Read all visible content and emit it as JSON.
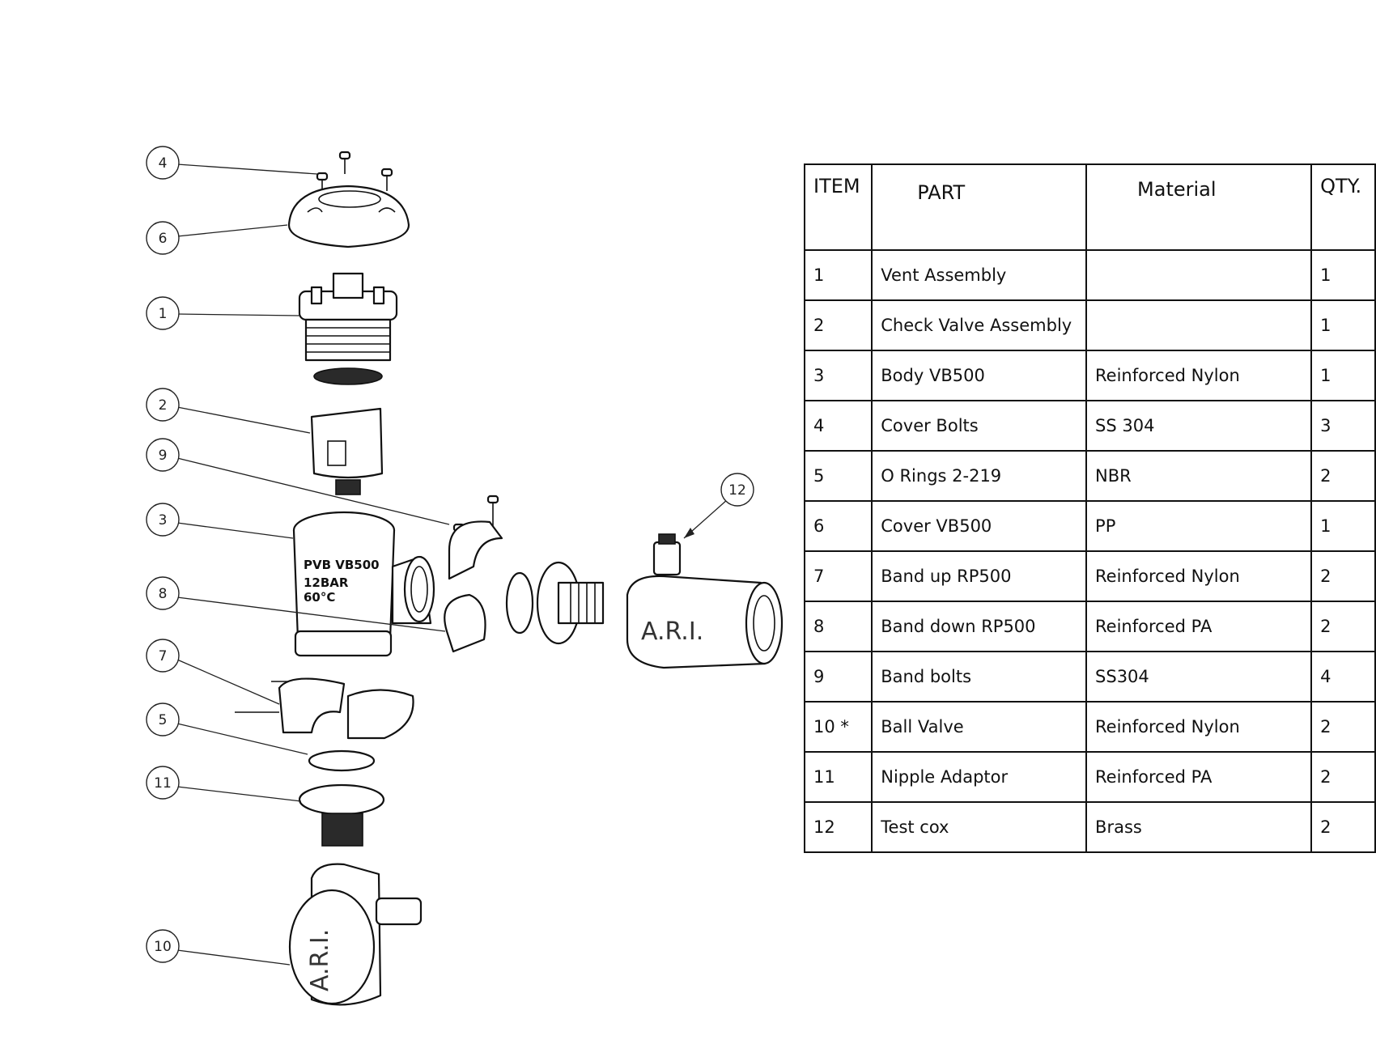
{
  "diagram": {
    "callouts": [
      "4",
      "6",
      "1",
      "2",
      "9",
      "3",
      "8",
      "7",
      "5",
      "11",
      "10",
      "12"
    ],
    "body_markings": {
      "model": "PVB VB500",
      "rating": "12BAR",
      "temp": "60°C"
    },
    "brand_label": "A.R.I."
  },
  "table": {
    "headers": {
      "item": "ITEM",
      "part": "PART",
      "material": "Material",
      "qty": "QTY."
    },
    "rows": [
      {
        "item": "1",
        "part": "Vent Assembly",
        "material": "",
        "qty": "1"
      },
      {
        "item": "2",
        "part": "Check Valve Assembly",
        "material": "",
        "qty": "1"
      },
      {
        "item": "3",
        "part": "Body VB500",
        "material": "Reinforced Nylon",
        "qty": "1"
      },
      {
        "item": "4",
        "part": "Cover Bolts",
        "material": "SS 304",
        "qty": "3"
      },
      {
        "item": "5",
        "part": "O Rings 2-219",
        "material": "NBR",
        "qty": "2"
      },
      {
        "item": "6",
        "part": "Cover VB500",
        "material": "PP",
        "qty": "1"
      },
      {
        "item": "7",
        "part": "Band up RP500",
        "material": "Reinforced Nylon",
        "qty": "2"
      },
      {
        "item": "8",
        "part": "Band down RP500",
        "material": "Reinforced PA",
        "qty": "2"
      },
      {
        "item": "9",
        "part": "Band bolts",
        "material": "SS304",
        "qty": "4"
      },
      {
        "item": "10 *",
        "part": "Ball Valve",
        "material": "Reinforced Nylon",
        "qty": "2"
      },
      {
        "item": "11",
        "part": "Nipple Adaptor",
        "material": "Reinforced PA",
        "qty": "2"
      },
      {
        "item": "12",
        "part": "Test cox",
        "material": "Brass",
        "qty": "2"
      }
    ]
  }
}
